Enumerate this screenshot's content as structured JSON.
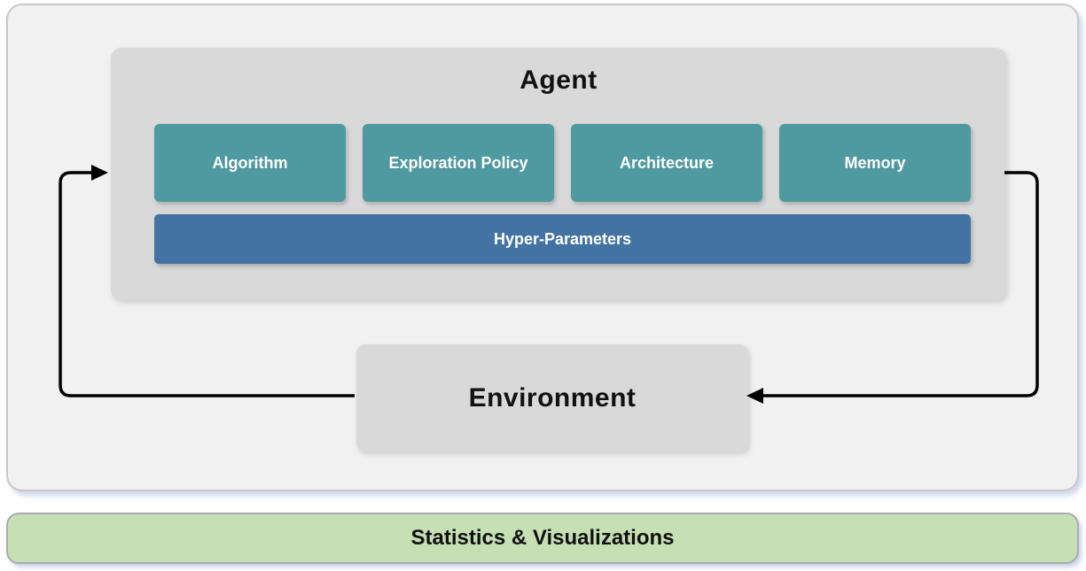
{
  "diagram": {
    "agent": {
      "title": "Agent",
      "modules": [
        "Algorithm",
        "Exploration Policy",
        "Architecture",
        "Memory"
      ],
      "hyper_parameters_label": "Hyper-Parameters"
    },
    "environment": {
      "label": "Environment"
    },
    "footer": {
      "label": "Statistics & Visualizations"
    },
    "colors": {
      "module_teal": "#4f99a1",
      "hyper_blue": "#4273a2",
      "container_gray": "#d9d9d9",
      "panel_gray": "#f1f1f2",
      "footer_green": "#c6e0b4",
      "arrow_black": "#000000"
    }
  }
}
